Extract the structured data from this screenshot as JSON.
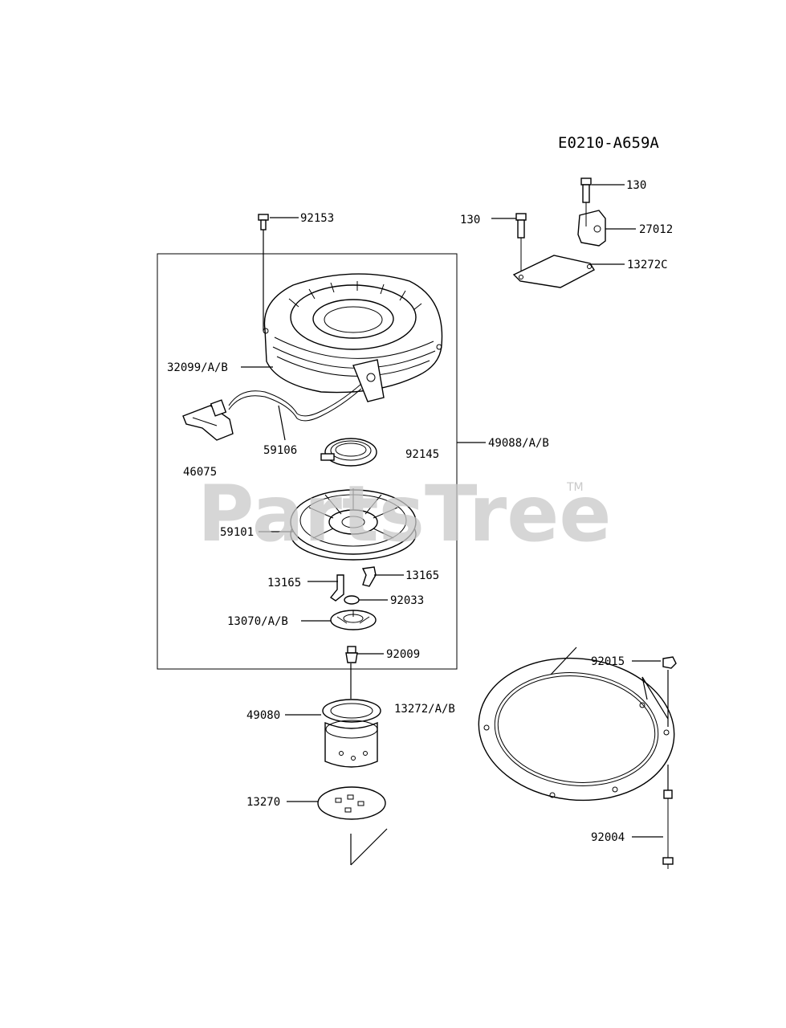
{
  "diagram_code": "E0210-A659A",
  "watermark": {
    "text": "PartsTree",
    "trademark": "TM"
  },
  "parts": {
    "p92153": "92153",
    "p130_right": "130",
    "p130_left": "130",
    "p27012": "27012",
    "p13272C": "13272C",
    "p32099": "32099/A/B",
    "p59106": "59106",
    "p92145": "92145",
    "p49088": "49088/A/B",
    "p46075": "46075",
    "p59101": "59101",
    "p13165_left": "13165",
    "p13165_right": "13165",
    "p92033": "92033",
    "p13070": "13070/A/B",
    "p92009": "92009",
    "p49080": "49080",
    "p13272AB": "13272/A/B",
    "p13270": "13270",
    "p92015": "92015",
    "p92004": "92004"
  }
}
